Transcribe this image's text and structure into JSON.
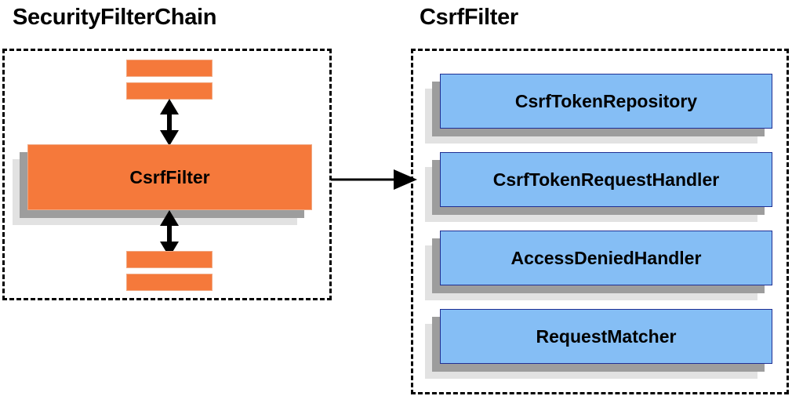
{
  "diagram": {
    "type": "component-relationship-diagram",
    "background": "#ffffff",
    "palette": {
      "orange_fill": "#f5793b",
      "orange_border": "#f0a882",
      "blue_fill": "#85bef5",
      "blue_border": "#1f2f93",
      "shadow_near": "#9d9d9d",
      "shadow_far": "#e2e2e2",
      "panel_border": "#000000",
      "text": "#000000"
    },
    "panels": [
      {
        "id": "security-filter-chain",
        "title": "SecurityFilterChain",
        "border_style": "dashed",
        "nodes": [
          {
            "id": "stub-top-1",
            "label": "",
            "kind": "stub"
          },
          {
            "id": "stub-top-2",
            "label": "",
            "kind": "stub"
          },
          {
            "id": "csrf-filter",
            "label": "CsrfFilter",
            "kind": "orange-box"
          },
          {
            "id": "stub-bottom-1",
            "label": "",
            "kind": "stub"
          },
          {
            "id": "stub-bottom-2",
            "label": "",
            "kind": "stub"
          }
        ]
      },
      {
        "id": "csrf-filter-detail",
        "title": "CsrfFilter",
        "border_style": "dashed",
        "nodes": [
          {
            "id": "csrf-token-repository",
            "label": "CsrfTokenRepository",
            "kind": "blue-box"
          },
          {
            "id": "csrf-token-request-handler",
            "label": "CsrfTokenRequestHandler",
            "kind": "blue-box"
          },
          {
            "id": "access-denied-handler",
            "label": "AccessDeniedHandler",
            "kind": "blue-box"
          },
          {
            "id": "request-matcher",
            "label": "RequestMatcher",
            "kind": "blue-box"
          }
        ]
      }
    ],
    "connectors": [
      {
        "id": "chain-up",
        "from": "csrf-filter",
        "to": "stub-top-2",
        "style": "double-headed-vertical"
      },
      {
        "id": "chain-down",
        "from": "csrf-filter",
        "to": "stub-bottom-1",
        "style": "double-headed-vertical"
      },
      {
        "id": "expand",
        "from": "security-filter-chain",
        "to": "csrf-filter-detail",
        "style": "single-headed-horizontal"
      }
    ]
  },
  "left_panel": {
    "title": "SecurityFilterChain",
    "csrf_filter_label": "CsrfFilter"
  },
  "right_panel": {
    "title": "CsrfFilter",
    "items": [
      {
        "label": "CsrfTokenRepository"
      },
      {
        "label": "CsrfTokenRequestHandler"
      },
      {
        "label": "AccessDeniedHandler"
      },
      {
        "label": "RequestMatcher"
      }
    ]
  }
}
